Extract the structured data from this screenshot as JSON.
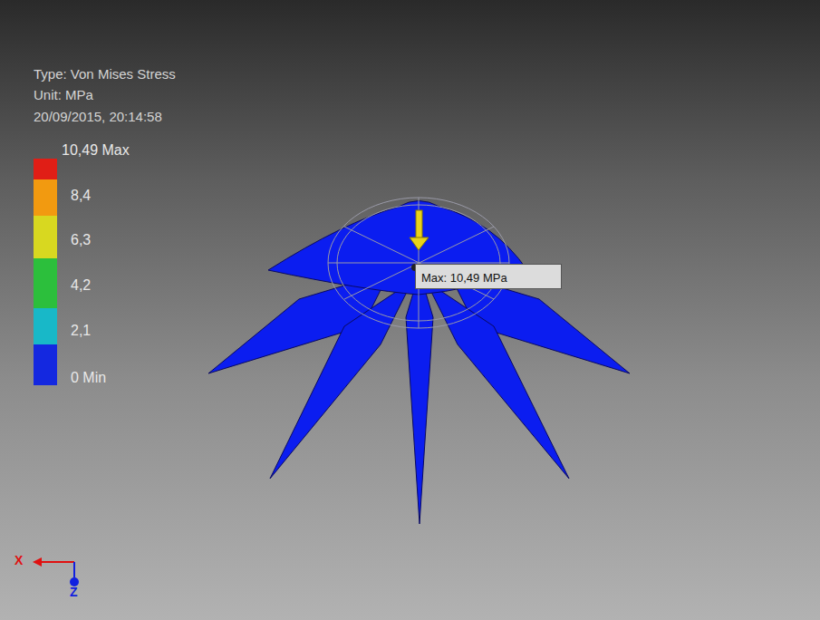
{
  "diagram": {
    "nodes": [
      {
        "text": [
          "Max: 10,49 MPa"
        ]
      }
    ],
    "labels": [
      "Type: Von Mises Stress",
      "Unit: MPa",
      "20/09/2015, 20:14:58",
      "X",
      "Z"
    ],
    "legend": [
      {
        "text": "10,49 Max",
        "color": "#e01e16"
      },
      {
        "text": "8,4",
        "color": "#f29a10"
      },
      {
        "text": "6,3",
        "color": "#d8d820"
      },
      {
        "text": "4,2",
        "color": "#2cbf3c"
      },
      {
        "text": "2,1",
        "color": "#18b8c8"
      },
      {
        "text": "0 Min",
        "color": "#1428e0"
      }
    ]
  }
}
